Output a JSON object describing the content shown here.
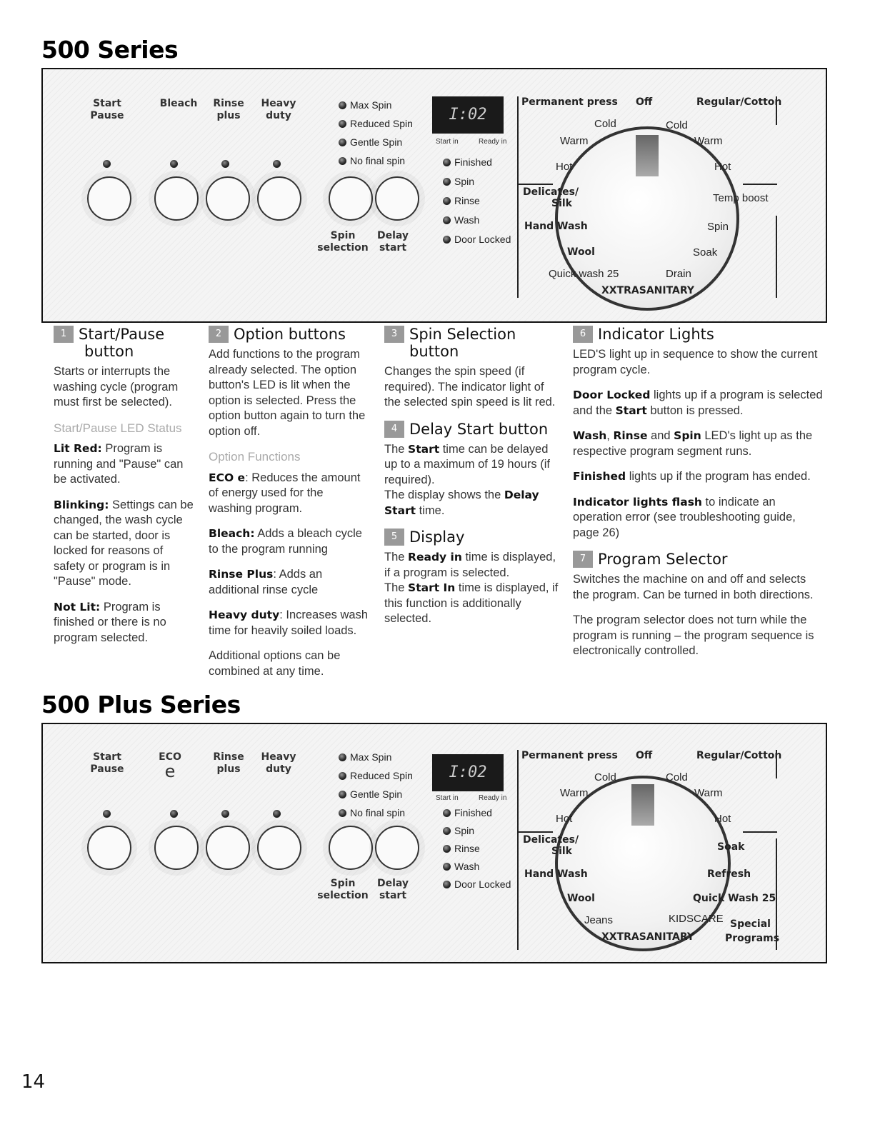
{
  "page_number": "14",
  "series500": {
    "title": "500 Series",
    "buttons": [
      {
        "label1": "Start",
        "label2": "Pause"
      },
      {
        "label1": "Bleach",
        "label2": ""
      },
      {
        "label1": "Rinse",
        "label2": "plus"
      },
      {
        "label1": "Heavy",
        "label2": "duty"
      }
    ],
    "spin_options": [
      "Max Spin",
      "Reduced Spin",
      "Gentle Spin",
      "No final spin"
    ],
    "spin_label1": "Spin",
    "spin_label2": "selection",
    "delay_label1": "Delay",
    "delay_label2": "start",
    "display_value": "I:02",
    "start_in": "Start in",
    "ready_in": "Ready in",
    "indicators": [
      "Finished",
      "Spin",
      "Rinse",
      "Wash",
      "Door Locked"
    ],
    "dial": {
      "permanent_press": "Permanent press",
      "off": "Off",
      "regular_cotton": "Regular/Cotton",
      "cold_l": "Cold",
      "cold_r": "Cold",
      "warm_l": "Warm",
      "warm_r": "Warm",
      "hot_l": "Hot",
      "hot_r": "Hot",
      "delicates": "Delicates/",
      "silk": "Silk",
      "right_mid": "Temp boost",
      "hand_wash": "Hand Wash",
      "right_low": "Spin",
      "wool": "Wool",
      "right_bottom": "Soak",
      "bottom_left": "Quick wash 25",
      "bottom_right": "Drain",
      "xtra": "XXTRASANITARY"
    }
  },
  "sections": {
    "start_pause": {
      "num": "1",
      "title1": "Start/Pause",
      "title2": "button",
      "intro": "Starts or interrupts the washing cycle (program must first be selected).",
      "sub": "Start/Pause LED Status",
      "lit_red_label": "Lit Red:",
      "lit_red_text": " Program is running and \"Pause\" can be activated.",
      "blinking_label": "Blinking:",
      "blinking_text": " Settings can be changed, the wash cycle can be started, door is locked for reasons of safety or program is in \"Pause\" mode.",
      "notlit_label": "Not Lit:",
      "notlit_text": " Program is finished or there is no program selected."
    },
    "option_buttons": {
      "num": "2",
      "title": "Option buttons",
      "intro": "Add functions to the program already selected. The option button's LED is lit when the option is selected. Press the option button again to turn the option off.",
      "sub": "Option Functions",
      "eco_label": "ECO e",
      "eco_text": ": Reduces the amount of energy used for the washing program.",
      "bleach_label": "Bleach:",
      "bleach_text": " Adds a bleach cycle to the program running",
      "rinse_label": "Rinse Plus",
      "rinse_text": ": Adds an additional rinse cycle",
      "heavy_label": "Heavy duty",
      "heavy_text": ": Increases wash time for heavily soiled loads.",
      "outro": "Additional options can be combined at any time."
    },
    "spin_selection": {
      "num": "3",
      "title": "Spin Selection button",
      "text": "Changes the spin speed (if required). The indicator light of the selected spin speed is lit red."
    },
    "delay_start": {
      "num": "4",
      "title": "Delay Start button",
      "t1": "The ",
      "b1": "Start",
      "t2": " time can be delayed up to a maximum of 19 hours (if required).",
      "t3": "The display shows the ",
      "b2": "Delay Start",
      "t4": " time."
    },
    "display": {
      "num": "5",
      "title": "Display",
      "t1": "The ",
      "b1": "Ready in",
      "t2": " time is displayed, if a program is selected.",
      "t3": "The ",
      "b2": "Start In",
      "t4": " time is displayed, if this function is additionally selected."
    },
    "indicator_lights": {
      "num": "6",
      "title": "Indicator Lights",
      "p1": "LED'S light up in sequence to show the current program cycle.",
      "door_b": "Door Locked",
      "door_t1": " lights up if a program is selected and the ",
      "door_b2": "Start",
      "door_t2": " button is pressed.",
      "wash_b": "Wash",
      "rinse_b": "Rinse",
      "spin_b": "Spin",
      "and1": ", ",
      "and2": " and ",
      "wrs_t": " LED's light up as the respective program segment runs.",
      "fin_b": "Finished",
      "fin_t": " lights up if the program has ended.",
      "flash_b": "Indicator lights flash",
      "flash_t": " to indicate an operation error (see troubleshooting guide, page 26)"
    },
    "program_selector": {
      "num": "7",
      "title": "Program Selector",
      "p1": "Switches the machine on and off and selects the program. Can be turned in both directions.",
      "p2": "The program selector does not turn while the program is running – the program sequence is electronically controlled."
    }
  },
  "series500plus": {
    "title": "500 Plus Series",
    "buttons": [
      {
        "label1": "Start",
        "label2": "Pause"
      },
      {
        "label1": "ECO",
        "label2": "e"
      },
      {
        "label1": "Rinse",
        "label2": "plus"
      },
      {
        "label1": "Heavy",
        "label2": "duty"
      }
    ],
    "spin_options": [
      "Max Spin",
      "Reduced Spin",
      "Gentle Spin",
      "No final spin"
    ],
    "spin_label1": "Spin",
    "spin_label2": "selection",
    "delay_label1": "Delay",
    "delay_label2": "start",
    "display_value": "I:02",
    "start_in": "Start in",
    "ready_in": "Ready in",
    "indicators": [
      "Finished",
      "Spin",
      "Rinse",
      "Wash",
      "Door Locked"
    ],
    "dial": {
      "permanent_press": "Permanent press",
      "off": "Off",
      "regular_cotton": "Regular/Cotton",
      "cold_l": "Cold",
      "cold_r": "Cold",
      "warm_l": "Warm",
      "warm_r": "Warm",
      "hot_l": "Hot",
      "hot_r": "Hot",
      "delicates": "Delicates/",
      "silk": "Silk",
      "right_mid": "Soak",
      "hand_wash": "Hand Wash",
      "right_low": "Refresh",
      "wool": "Wool",
      "right_bottom": "Quick Wash 25",
      "bottom_left": "Jeans",
      "bottom_right": "KIDSCARE",
      "xtra": "XXTRASANITARY",
      "special1": "Special",
      "special2": "Programs"
    }
  }
}
